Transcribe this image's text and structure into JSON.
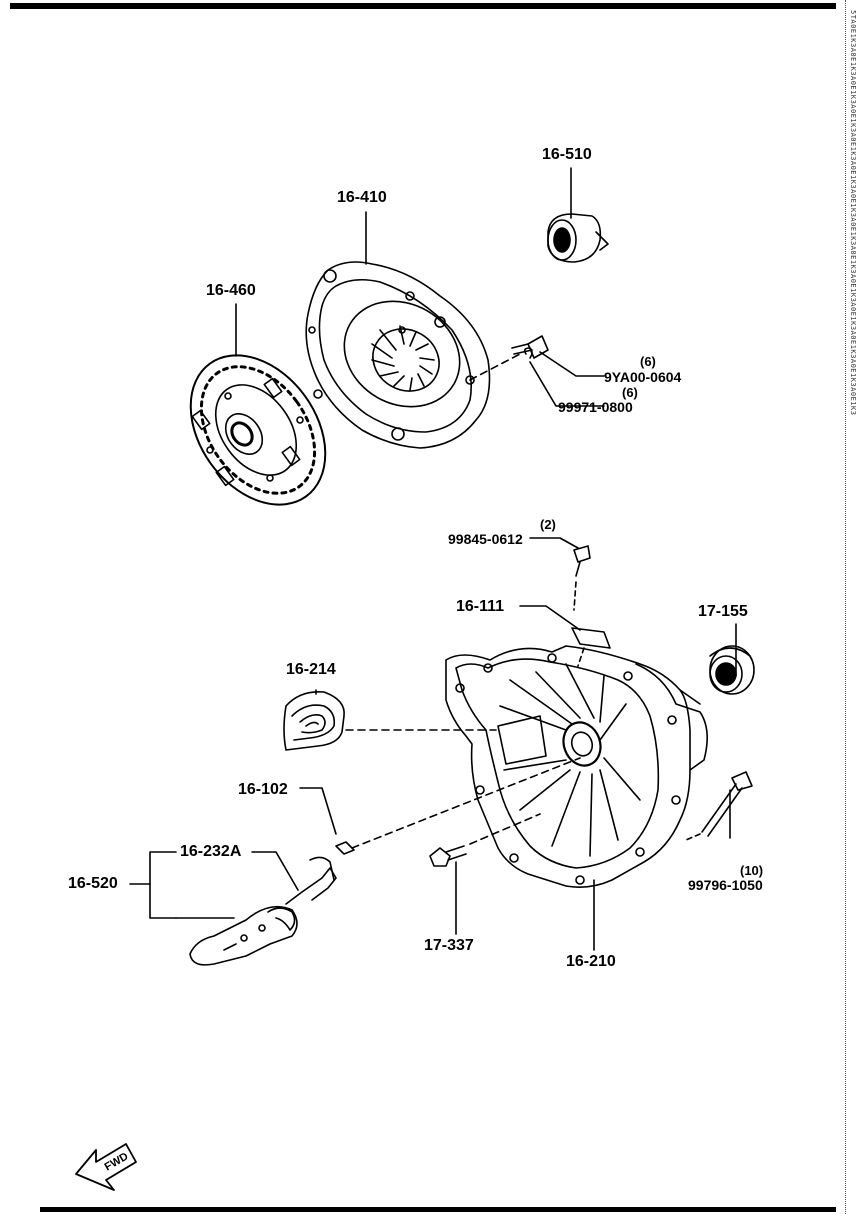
{
  "parts": {
    "p16_510": "16-510",
    "p16_410": "16-410",
    "p16_460": "16-460",
    "bolt_9ya00": "9YA00-0604",
    "bolt_9ya00_qty": "(6)",
    "washer_99971": "99971-0800",
    "washer_99971_qty": "(6)",
    "bolt_99845": "99845-0612",
    "bolt_99845_qty": "(2)",
    "p16_111": "16-111",
    "p17_155": "17-155",
    "p16_214": "16-214",
    "p16_102": "16-102",
    "p16_232a": "16-232A",
    "p16_520": "16-520",
    "p17_337": "17-337",
    "p16_210": "16-210",
    "bolt_99796": "99796-1050",
    "bolt_99796_qty": "(10)"
  },
  "fwd_arrow": {
    "label": "FWD"
  },
  "edge_code": "5TA0E1K3A0E1K3A0E1K3A0E1K3A0E1K3A0E1K3A0E1K3A0E1K3A0E1K3A0E1K3A0E1K3A0E1K3A0E1K3A0E1K3"
}
